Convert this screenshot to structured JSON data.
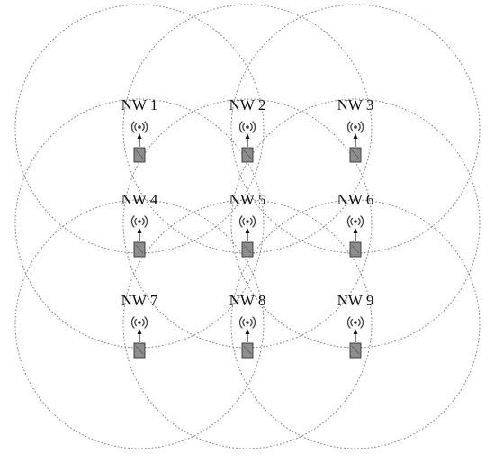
{
  "diagram": {
    "networks": [
      {
        "label": "NW 1"
      },
      {
        "label": "NW 2"
      },
      {
        "label": "NW 3"
      },
      {
        "label": "NW 4"
      },
      {
        "label": "NW 5"
      },
      {
        "label": "NW 6"
      },
      {
        "label": "NW 7"
      },
      {
        "label": "NW 8"
      },
      {
        "label": "NW 9"
      }
    ],
    "grid": {
      "rows": 3,
      "columns": 3
    },
    "icons": {
      "access_point": "wireless-antenna-icon",
      "device": "device-icon"
    },
    "colors": {
      "coverage_circle": "#7a7a7a",
      "device": "#8e8e8e",
      "text": "#111111"
    }
  }
}
